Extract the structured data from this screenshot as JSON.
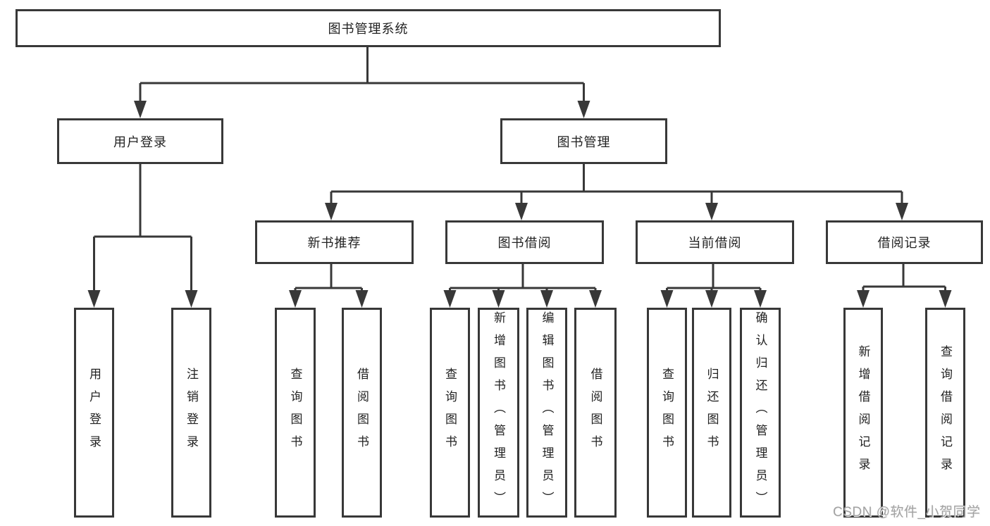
{
  "tree": {
    "root": {
      "label": "图书管理系统"
    },
    "children": [
      {
        "label": "用户登录",
        "children": [
          "用户登录",
          "注销登录"
        ]
      },
      {
        "label": "图书管理",
        "children": [
          {
            "label": "新书推荐",
            "children": [
              "查询图书",
              "借阅图书"
            ]
          },
          {
            "label": "图书借阅",
            "children": [
              "查询图书",
              "新增图书（管理员）",
              "编辑图书（管理员）",
              "借阅图书"
            ]
          },
          {
            "label": "当前借阅",
            "children": [
              "查询图书",
              "归还图书",
              "确认归还（管理员）"
            ]
          },
          {
            "label": "借阅记录",
            "children": [
              "新增借阅记录",
              "查询借阅记录"
            ]
          }
        ]
      }
    ]
  },
  "watermark": "CSDN @软件_小贺同学",
  "colors": {
    "line": "#383838",
    "text": "#222222",
    "background": "#ffffff",
    "watermark": "#a2a2a2"
  }
}
